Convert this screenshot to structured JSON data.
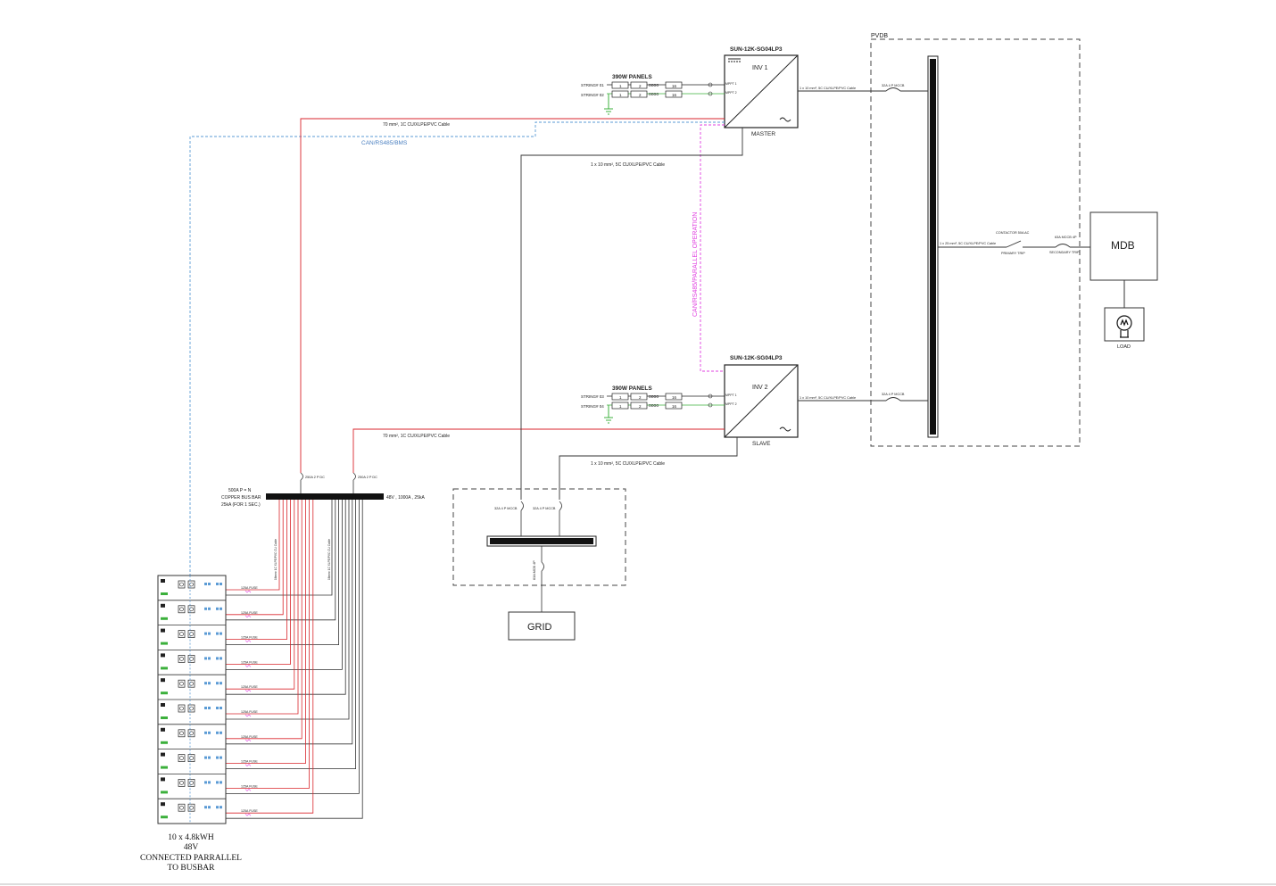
{
  "inverters": {
    "inv1": {
      "model": "SUN-12K-SG04LP3",
      "name": "INV 1",
      "role": "MASTER"
    },
    "inv2": {
      "model": "SUN-12K-SG04LP3",
      "name": "INV 2",
      "role": "SLAVE"
    }
  },
  "pv_arrays": {
    "top": {
      "title": "390W PANELS",
      "strings": [
        "STRING# 01",
        "STRING# 02"
      ]
    },
    "bottom": {
      "title": "390W PANELS",
      "strings": [
        "STRING# 03",
        "STRING# 04"
      ]
    },
    "panel_numbers": [
      "1",
      "2",
      "16"
    ],
    "mppt_labels": [
      "MPPT 1",
      "MPPT 2"
    ]
  },
  "cables": {
    "battery_dc_1": "70 mm², 1C CU/XLPE/PVC Cable",
    "battery_dc_2": "70 mm², 1C CU/XLPE/PVC Cable",
    "grid_ac_1": "1 x 10 mm², 5C CU/XLPE/PVC Cable",
    "grid_ac_2": "1 x 10 mm², 5C CU/XLPE/PVC Cable",
    "inv_out_1": "1 x 10 mm², 5C CU/XLPE/PVC Cable",
    "inv_out_2": "1 x 10 mm², 5C CU/XLPE/PVC Cable",
    "pvdb_to_mdb": "1 x 25 mm², 5C CU/XLPE/PVC Cable",
    "battery_links_red": "16mm² 1C XLPE/PVC CU Cable",
    "battery_links_black": "16mm² 1C XLPE/PVC CU Cable"
  },
  "comms": {
    "bms": "CAN/RS485/BMS",
    "parallel": "CAN/RS485/PARALLEL OPERATION"
  },
  "pvdb": {
    "title": "PVDB",
    "mccb_1": "32A 4 P MCCB",
    "mccb_2": "32A 4 P MCCB",
    "contactor": "CONTACTOR 50A AC",
    "contactor_trip": "PRIMARY TRIP",
    "main_mccb": "63A MCCB 4P",
    "main_trip": "SECONDARY TRIP"
  },
  "mdb": {
    "label": "MDB"
  },
  "load": {
    "label": "LOAD"
  },
  "grid": {
    "label": "GRID",
    "mccb_1": "32A 4 P MCCB",
    "mccb_2": "32A 4 P MCCB",
    "main_mcb": "63A MCB 4P"
  },
  "busbar": {
    "label_lines": [
      "500A P = N",
      "COPPER BUS BAR",
      "25kA (FOR 1 SEC.)"
    ],
    "rating": "48V , 1000A , 25kA",
    "fuse_1": "250A 2 P DC",
    "fuse_2": "250A 2 P DC"
  },
  "battery_fuse_label": "125A FUSE",
  "battery_bank": {
    "label_lines": [
      "10 x 4.8kWH",
      "48V",
      "CONNECTED PARRALLEL",
      "TO BUSBAR"
    ],
    "module_count": 10
  },
  "colors": {
    "dc_positive": "#d9262c",
    "dc_negative": "#333333",
    "bms_comm": "#5b9bd5",
    "parallel_comm": "#e040e0",
    "earth": "#3cb03c"
  }
}
